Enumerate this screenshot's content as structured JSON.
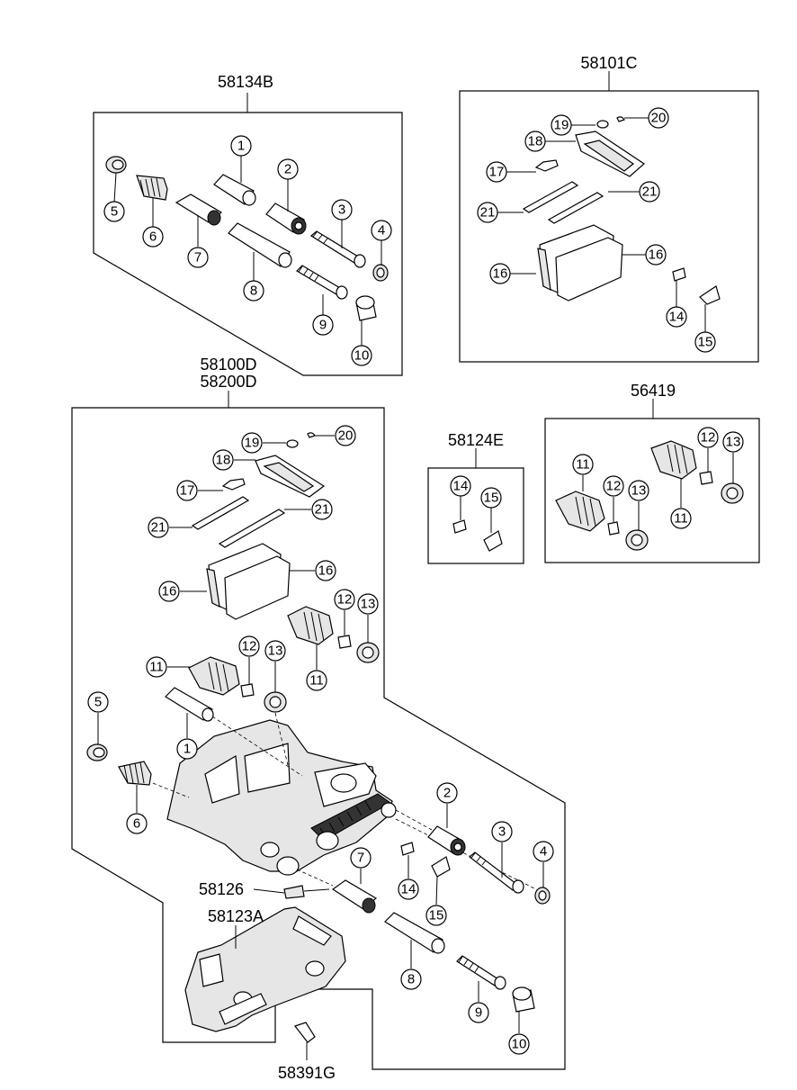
{
  "group_labels": {
    "g58134B": "58134B",
    "g58101C": "58101C",
    "g58100D": "58100D",
    "g58200D": "58200D",
    "g56419": "56419",
    "g58124E": "58124E",
    "g58126": "58126",
    "g58123A": "58123A",
    "g58391G": "58391G"
  },
  "callouts": {
    "n1": "1",
    "n2": "2",
    "n3": "3",
    "n4": "4",
    "n5": "5",
    "n6": "6",
    "n7": "7",
    "n8": "8",
    "n9": "9",
    "n10": "10",
    "n11": "11",
    "n12": "12",
    "n13": "13",
    "n14": "14",
    "n15": "15",
    "n16": "16",
    "n17": "17",
    "n18": "18",
    "n19": "19",
    "n20": "20",
    "n21": "21"
  }
}
